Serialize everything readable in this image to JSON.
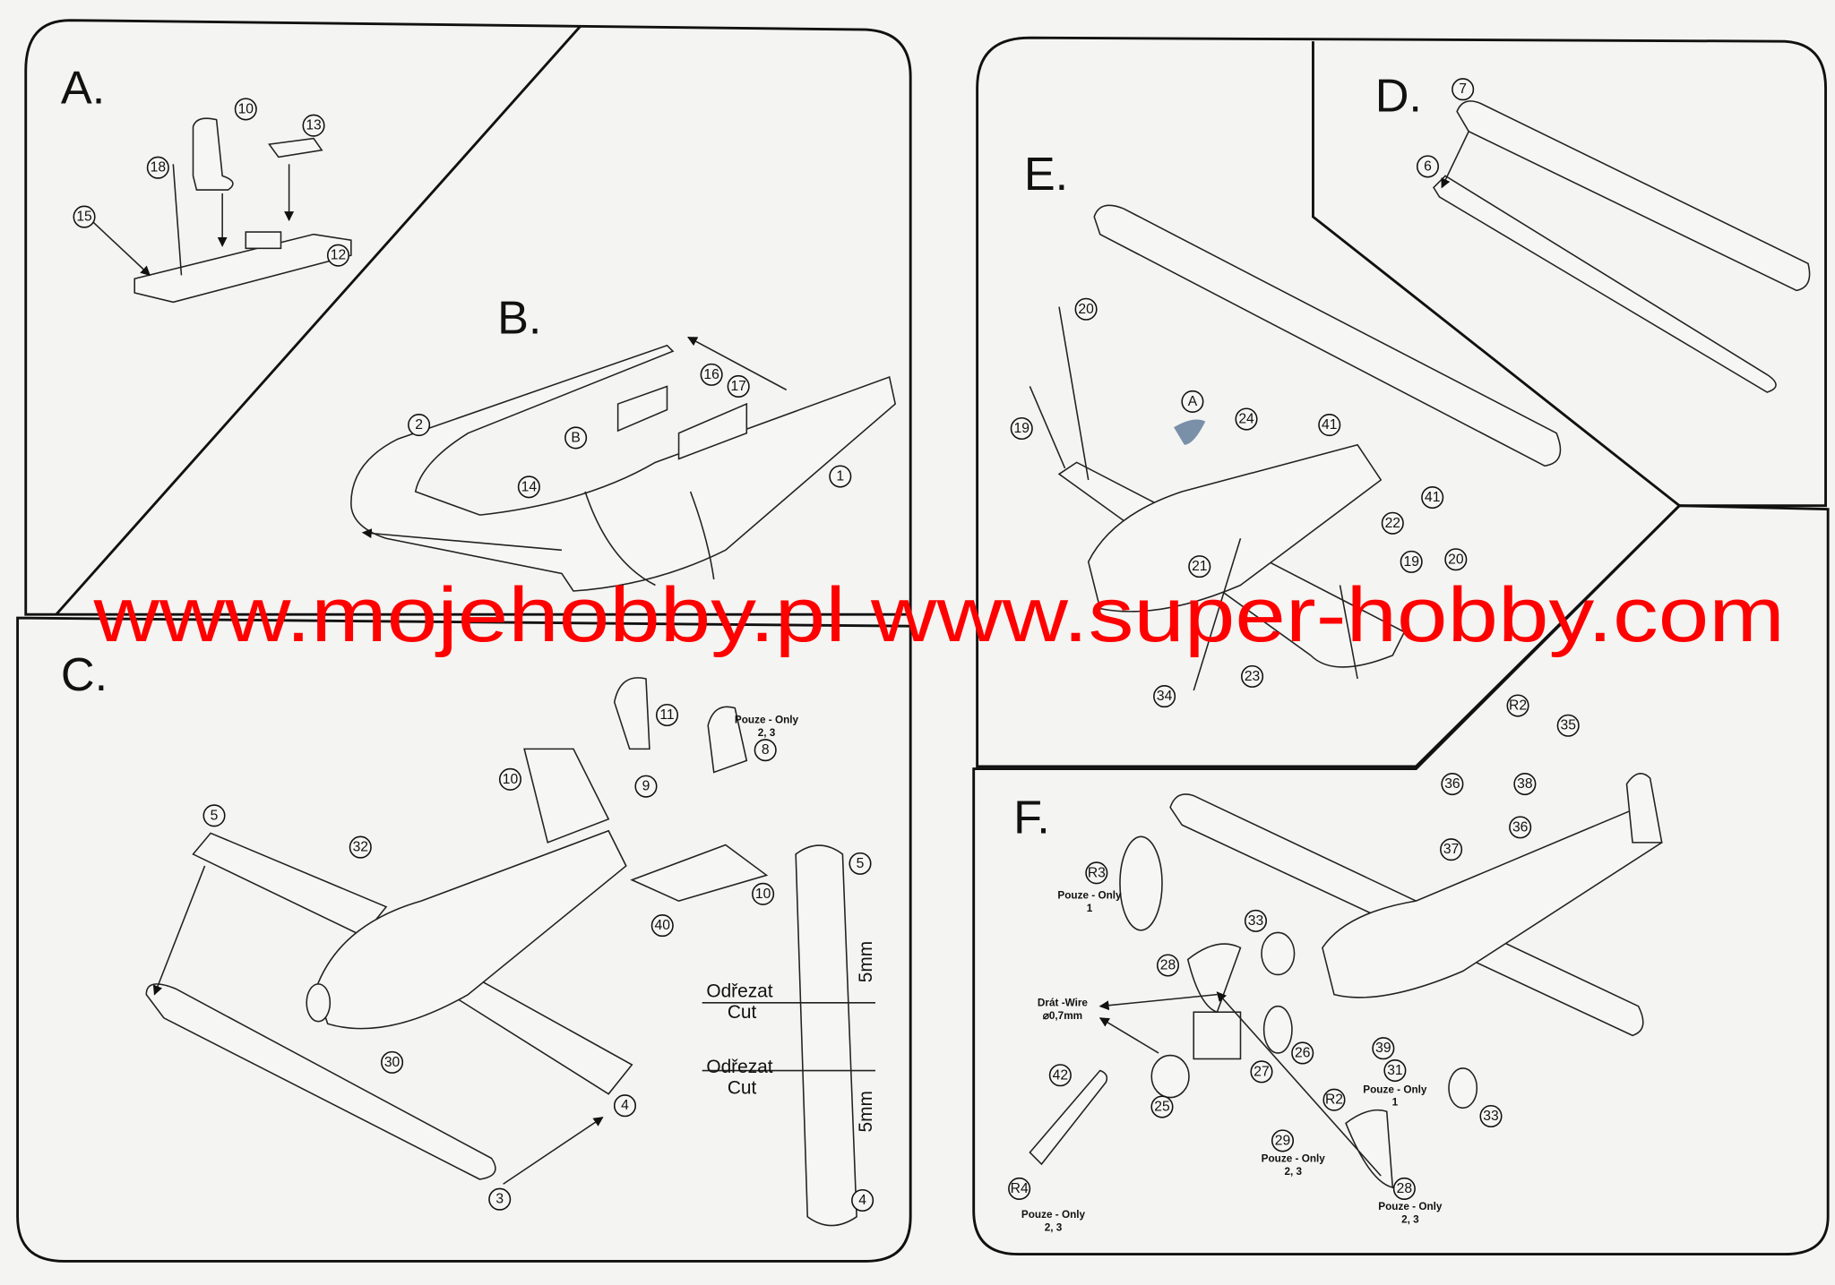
{
  "sections": {
    "A": "A.",
    "B": "B.",
    "C": "C.",
    "D": "D.",
    "E": "E.",
    "F": "F."
  },
  "watermark": "www.mojehobby.pl www.super-hobby.com",
  "callouts": {
    "A": [
      "15",
      "18",
      "10",
      "13",
      "12"
    ],
    "B": [
      "2",
      "16",
      "17",
      "B",
      "14",
      "1"
    ],
    "C": [
      "11",
      "8",
      "10",
      "9",
      "5",
      "32",
      "10",
      "40",
      "30",
      "4",
      "3",
      "5",
      "4"
    ],
    "D": [
      "7",
      "6"
    ],
    "E": [
      "A",
      "20",
      "24",
      "41",
      "19",
      "41",
      "22",
      "21",
      "20",
      "19",
      "23",
      "34"
    ],
    "F": [
      "R2",
      "35",
      "36",
      "38",
      "36",
      "37",
      "R3",
      "33",
      "28",
      "26",
      "27",
      "39",
      "31",
      "42",
      "25",
      "R2",
      "29",
      "33",
      "28",
      "R4"
    ]
  },
  "notes": {
    "c_only_23": [
      "Pouze - Only",
      "2, 3"
    ],
    "f_r3_only": [
      "Pouze - Only",
      "1"
    ],
    "f_wire": [
      "Drát -Wire",
      "⌀0,7mm"
    ],
    "f_r2_only": [
      "Pouze - Only",
      "1"
    ],
    "f_29_only": [
      "Pouze - Only",
      "2, 3"
    ],
    "f_28_only": [
      "Pouze - Only",
      "2, 3"
    ],
    "f_r4_only": [
      "Pouze - Only",
      "2, 3"
    ]
  },
  "cut_labels": {
    "upper": [
      "Odřezat",
      "Cut"
    ],
    "lower": [
      "Odřezat",
      "Cut"
    ],
    "dim_upper": "5mm",
    "dim_lower": "5mm"
  },
  "colors": {
    "watermark": "#ff0000",
    "canopy_A": "#7a90a8"
  }
}
